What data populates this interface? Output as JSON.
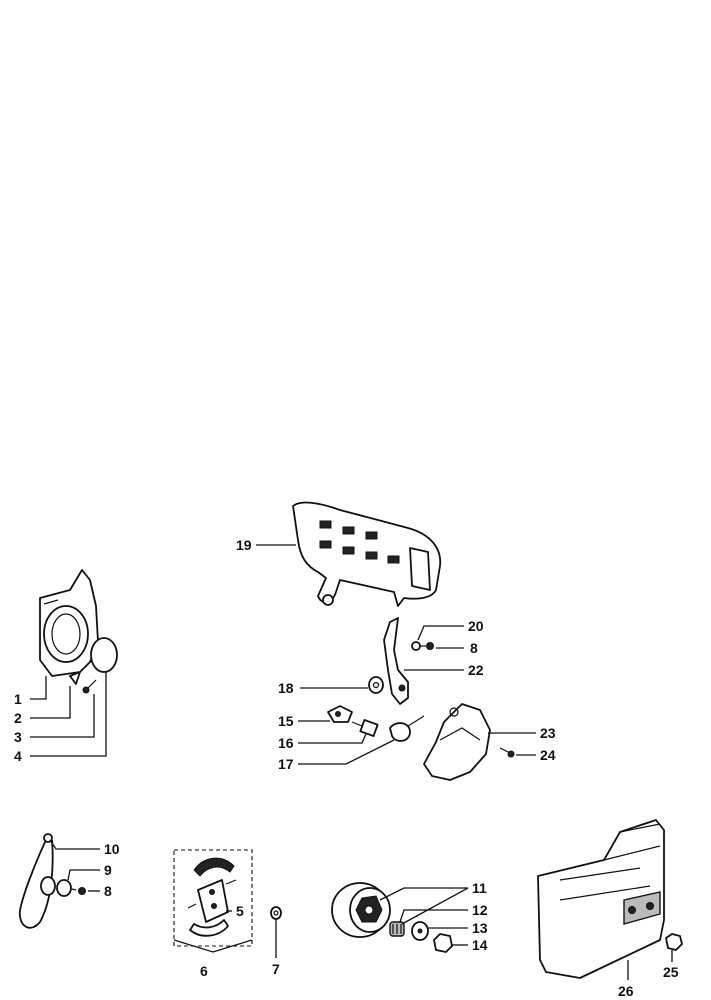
{
  "callouts": {
    "c1": "1",
    "c2": "2",
    "c3": "3",
    "c4": "4",
    "c5": "5",
    "c6": "6",
    "c7": "7",
    "c8a": "8",
    "c8b": "8",
    "c9": "9",
    "c10": "10",
    "c11": "11",
    "c12": "12",
    "c13": "13",
    "c14": "14",
    "c15": "15",
    "c16": "16",
    "c17": "17",
    "c18": "18",
    "c19": "19",
    "c20": "20",
    "c22": "22",
    "c23": "23",
    "c24": "24",
    "c25": "25",
    "c26": "26"
  }
}
